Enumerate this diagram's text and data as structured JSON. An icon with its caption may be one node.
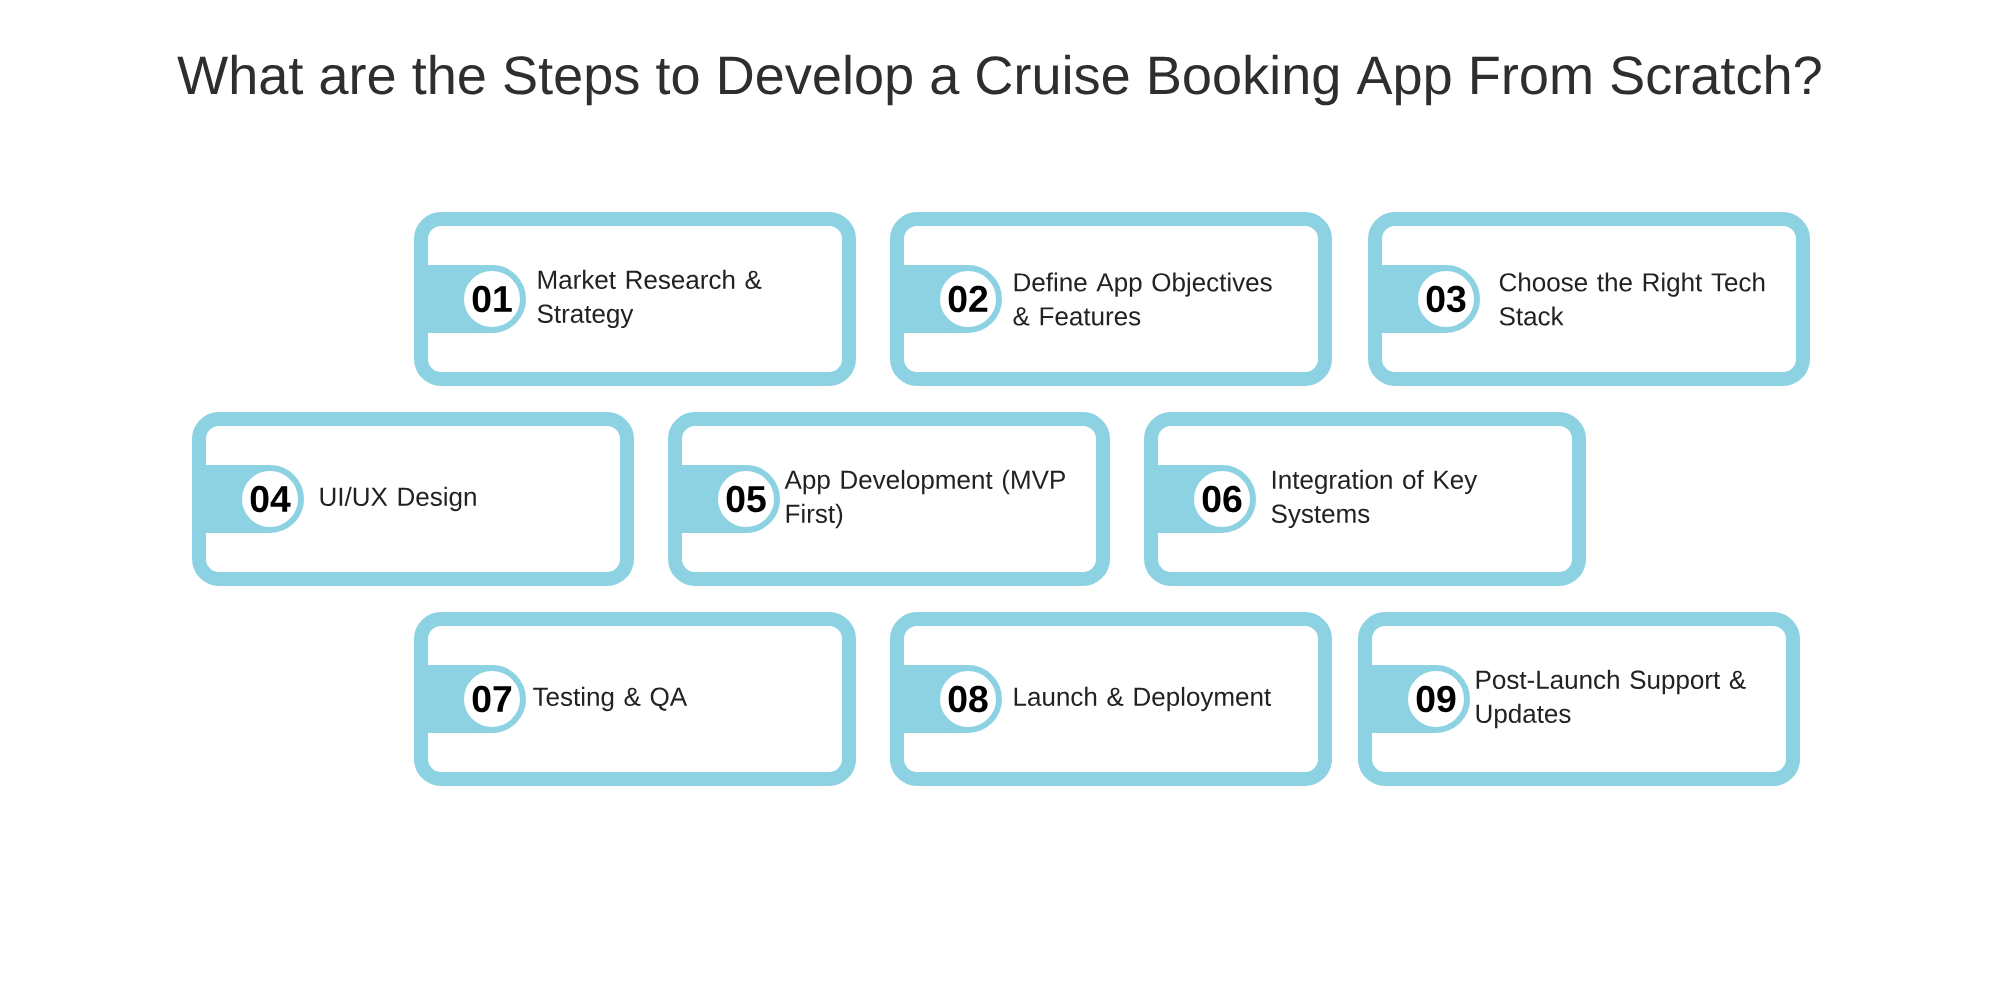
{
  "diagram": {
    "title": "What are the Steps to Develop a Cruise Booking App From Scratch?",
    "nodes": [
      {
        "text": [
          "Market Research & Strategy"
        ]
      },
      {
        "text": [
          "01"
        ],
        "in": 0
      },
      {
        "text": [
          "Define App Objectives & Features"
        ]
      },
      {
        "text": [
          "02"
        ],
        "in": 2
      },
      {
        "text": [
          "Choose the Right Tech Stack"
        ]
      },
      {
        "text": [
          "03"
        ],
        "in": 4
      },
      {
        "text": [
          "UI/UX Design"
        ]
      },
      {
        "text": [
          "04"
        ],
        "in": 6
      },
      {
        "text": [
          "App Development (MVP First)"
        ]
      },
      {
        "text": [
          "05"
        ],
        "in": 8
      },
      {
        "text": [
          "Integration of Key Systems"
        ]
      },
      {
        "text": [
          "06"
        ],
        "in": 10
      },
      {
        "text": [
          "Testing & QA"
        ]
      },
      {
        "text": [
          "07"
        ],
        "in": 12
      },
      {
        "text": [
          "Launch & Deployment"
        ]
      },
      {
        "text": [
          "08"
        ],
        "in": 14
      },
      {
        "text": [
          "Post-Launch Support & Updates"
        ]
      },
      {
        "text": [
          "09"
        ],
        "in": 16
      }
    ]
  }
}
